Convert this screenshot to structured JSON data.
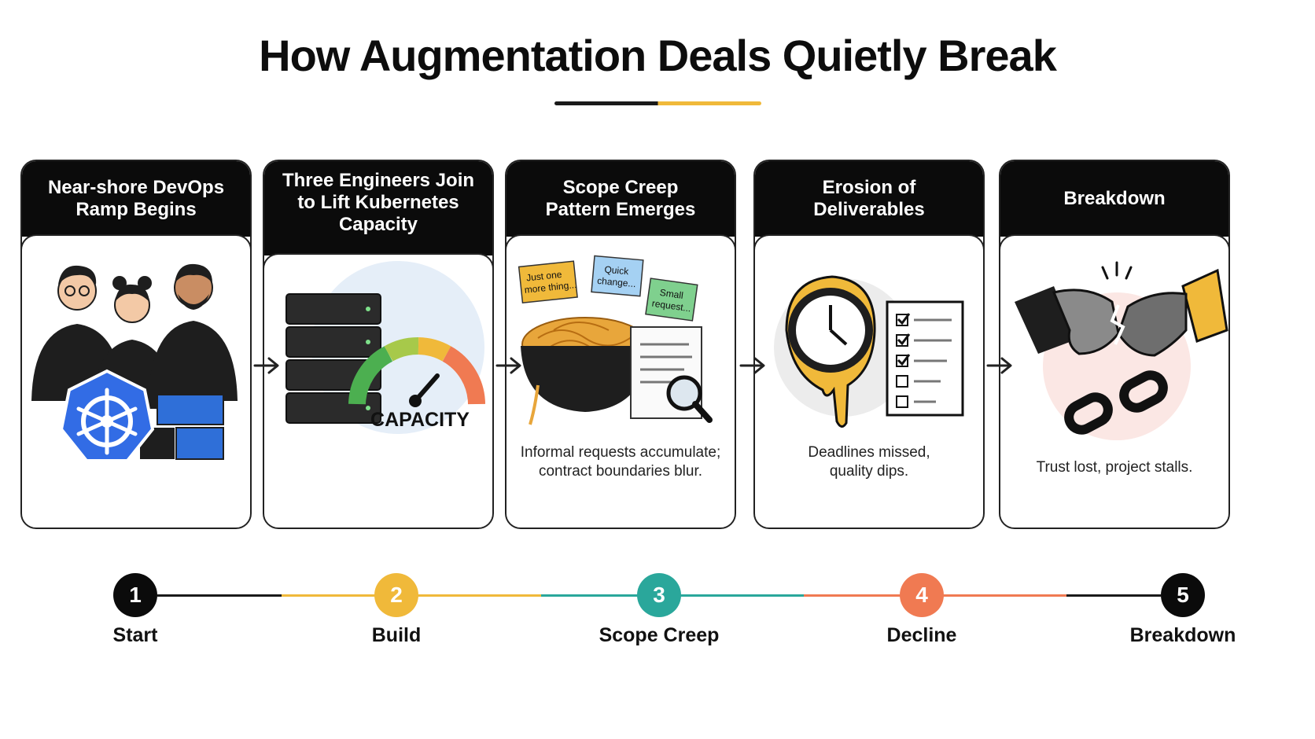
{
  "title": "How Augmentation Deals Quietly Break",
  "colors": {
    "black": "#0b0b0b",
    "yellow": "#f0b93a",
    "teal": "#2aa79b",
    "orange": "#f07a52",
    "kubernetes_blue": "#326ce5"
  },
  "cards": [
    {
      "heading": "Near-shore DevOps\nRamp Begins",
      "caption": "",
      "icon": "team-kubernetes-illustration"
    },
    {
      "heading": "Three Engineers Join\nto Lift Kubernetes\nCapacity",
      "caption": "",
      "icon": "server-capacity-gauge-illustration",
      "gauge_text": "CAPACITY"
    },
    {
      "heading": "Scope Creep\nPattern Emerges",
      "caption": "Informal requests accumulate;\ncontract boundaries blur.",
      "icon": "spaghetti-bowl-illustration",
      "notes": [
        "Just one\nmore thing...",
        "Quick\nchange...",
        "Small\nrequest..."
      ]
    },
    {
      "heading": "Erosion of\nDeliverables",
      "caption": "Deadlines missed,\nquality dips.",
      "icon": "melting-clock-checklist-illustration"
    },
    {
      "heading": "Breakdown",
      "caption": "Trust lost, project stalls.",
      "icon": "broken-handshake-chain-illustration"
    }
  ],
  "timeline": [
    {
      "number": "1",
      "label": "Start",
      "color": "#0b0b0b"
    },
    {
      "number": "2",
      "label": "Build",
      "color": "#f0b93a"
    },
    {
      "number": "3",
      "label": "Scope Creep",
      "color": "#2aa79b"
    },
    {
      "number": "4",
      "label": "Decline",
      "color": "#f07a52"
    },
    {
      "number": "5",
      "label": "Breakdown",
      "color": "#0b0b0b"
    }
  ]
}
